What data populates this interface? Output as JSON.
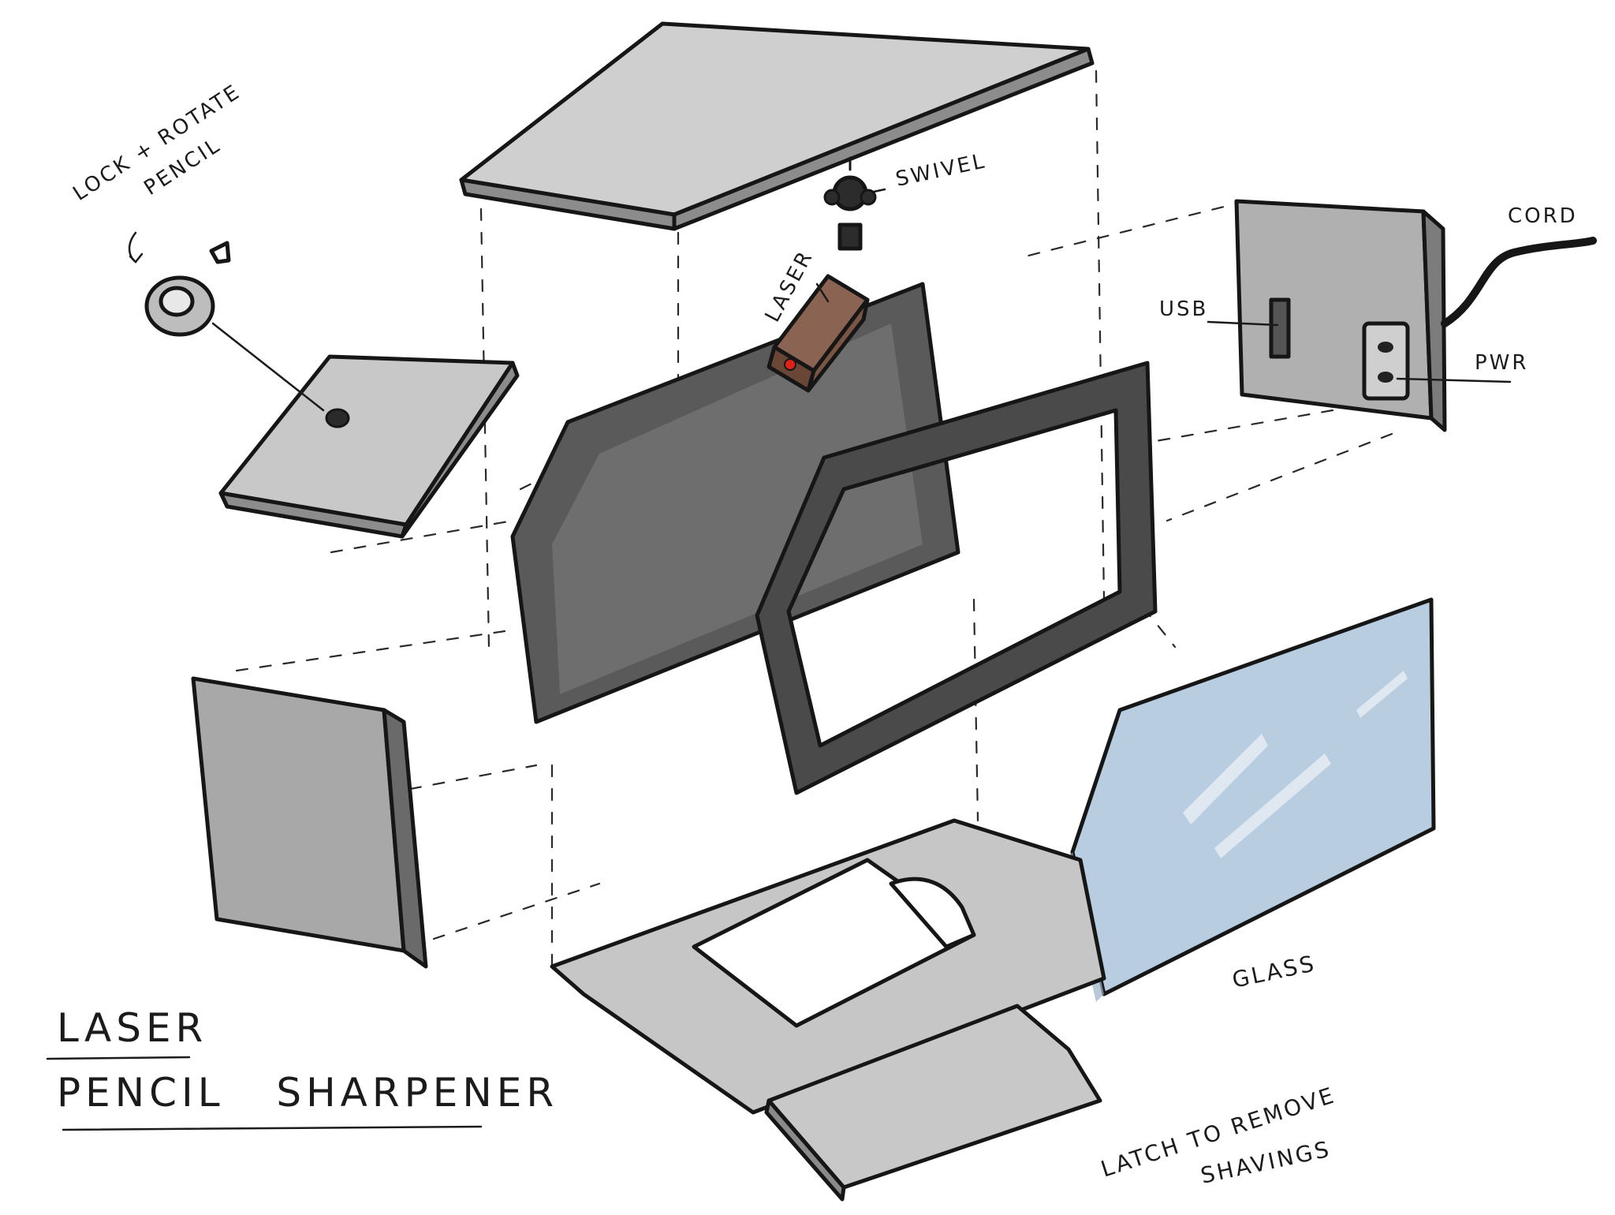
{
  "title": {
    "line1": "Laser",
    "line2": "Pencil   Sharpener"
  },
  "labels": {
    "lock_rotate_line1": "Lock + Rotate",
    "lock_rotate_line2": "Pencil",
    "swivel": "Swivel",
    "laser": "Laser",
    "cord": "Cord",
    "usb": "USB",
    "pwr": "PWR",
    "glass": "Glass",
    "latch_line1": "Latch to remove",
    "latch_line2": "shavings"
  },
  "colors": {
    "panel_light": "#cfcfcf",
    "panel_mid": "#a8a8a8",
    "panel_dark": "#5a5a5a",
    "frame": "#4a4a4a",
    "glass": "#b9cde0",
    "laser_body": "#7a5543",
    "laser_dot": "#e0201a",
    "ink": "#161616"
  }
}
